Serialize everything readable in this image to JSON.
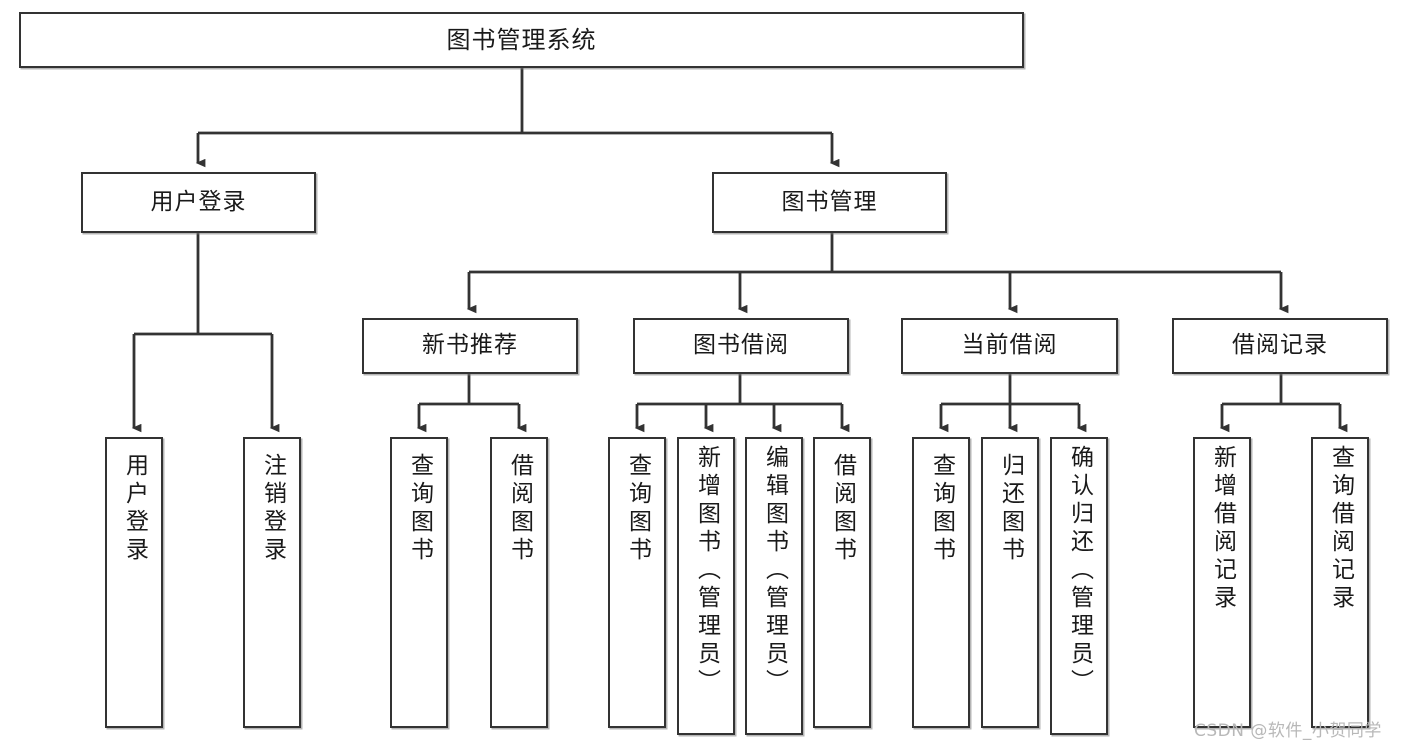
{
  "diagram": {
    "title": "图书管理系统",
    "type": "tree-hierarchy",
    "watermark": "CSDN @软件_小贺同学",
    "accent_color": "#333333",
    "node_fill": "#ffffff",
    "nodes": {
      "root": {
        "label": "图书管理系统"
      },
      "level2": [
        {
          "id": "user-login",
          "label": "用户登录"
        },
        {
          "id": "book-manage",
          "label": "图书管理"
        }
      ],
      "level3": [
        {
          "id": "new-book-recommend",
          "label": "新书推荐"
        },
        {
          "id": "book-borrow",
          "label": "图书借阅"
        },
        {
          "id": "current-borrow",
          "label": "当前借阅"
        },
        {
          "id": "borrow-record",
          "label": "借阅记录"
        }
      ],
      "leaves": [
        {
          "id": "leaf-user-login",
          "label": "用户登录",
          "parent": "user-login"
        },
        {
          "id": "leaf-user-logout",
          "label": "注销登录",
          "parent": "user-login"
        },
        {
          "id": "leaf-query-book-1",
          "label": "查询图书",
          "parent": "new-book-recommend"
        },
        {
          "id": "leaf-borrow-book-1",
          "label": "借阅图书",
          "parent": "new-book-recommend"
        },
        {
          "id": "leaf-query-book-2",
          "label": "查询图书",
          "parent": "book-borrow"
        },
        {
          "id": "leaf-add-book",
          "label": "新增图书（管理员）",
          "parent": "book-borrow"
        },
        {
          "id": "leaf-edit-book",
          "label": "编辑图书（管理员）",
          "parent": "book-borrow"
        },
        {
          "id": "leaf-borrow-book-2",
          "label": "借阅图书",
          "parent": "book-borrow"
        },
        {
          "id": "leaf-query-book-3",
          "label": "查询图书",
          "parent": "current-borrow"
        },
        {
          "id": "leaf-return-book",
          "label": "归还图书",
          "parent": "current-borrow"
        },
        {
          "id": "leaf-confirm-return",
          "label": "确认归还（管理员）",
          "parent": "current-borrow"
        },
        {
          "id": "leaf-add-record",
          "label": "新增借阅记录",
          "parent": "borrow-record"
        },
        {
          "id": "leaf-query-record",
          "label": "查询借阅记录",
          "parent": "borrow-record"
        }
      ]
    }
  }
}
